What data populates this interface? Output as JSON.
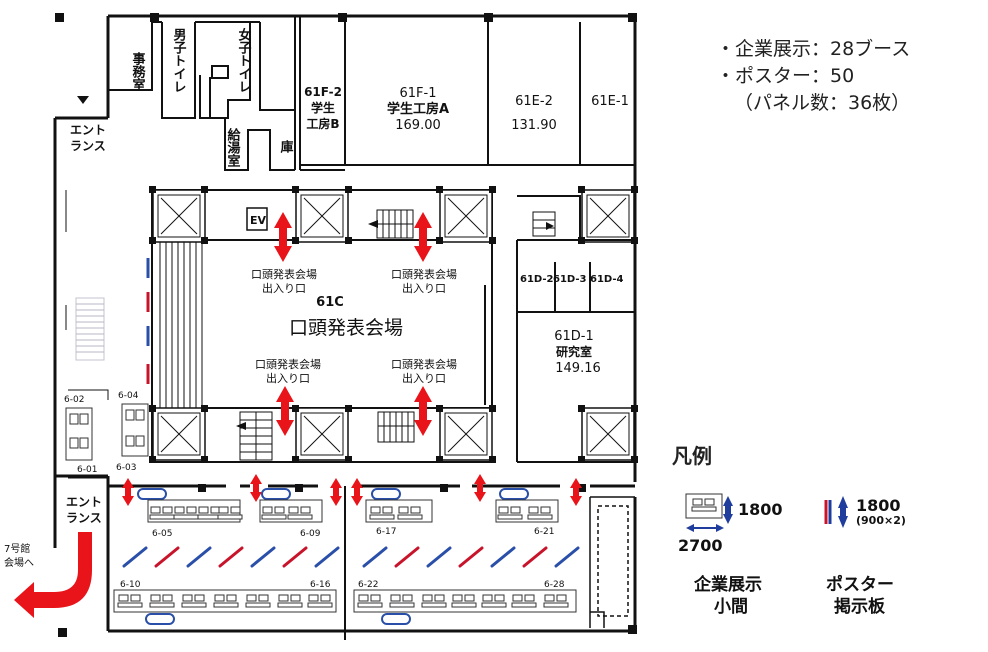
{
  "summary": {
    "line1": "・企業展示：28ブース",
    "line2": "・ポスター：50",
    "line3": "（パネル数：36枚）"
  },
  "rooms": {
    "office": "事務室",
    "mens_toilet": "男子トイレ",
    "womens_toilet": "女子トイレ",
    "kitchen": "給湯室",
    "storage": "庫",
    "r61f2": {
      "id": "61F-2",
      "line2": "学生",
      "line3": "工房B"
    },
    "r61f1": {
      "id": "61F-1",
      "line2": "学生工房A",
      "area": "169.00"
    },
    "r61e2": {
      "id": "61E-2",
      "area": "131.90"
    },
    "r61e1": {
      "id": "61E-1"
    },
    "ev": "EV",
    "r61c": {
      "id": "61C",
      "name": "口頭発表会場"
    },
    "r61d2": "61D-2",
    "r61d3": "61D-3",
    "r61d4": "61D-4",
    "r61d1": {
      "id": "61D-1",
      "name": "研究室",
      "area": "149.16"
    }
  },
  "entrances": {
    "entrance1": [
      "エント",
      "ランス"
    ],
    "entrance2": [
      "エント",
      "ランス"
    ],
    "to_building7": [
      "7号館",
      "会場へ"
    ],
    "hall_entry_label": [
      "口頭発表会場",
      "出入り口"
    ]
  },
  "booths": {
    "b6_01": "6-01",
    "b6_02": "6-02",
    "b6_03": "6-03",
    "b6_04": "6-04",
    "b6_05": "6-05",
    "b6_09": "6-09",
    "b6_10": "6-10",
    "b6_16": "6-16",
    "b6_17": "6-17",
    "b6_21": "6-21",
    "b6_22": "6-22",
    "b6_28": "6-28"
  },
  "legend": {
    "title": "凡例",
    "booth_depth": "1800",
    "booth_width": "2700",
    "booth_label": [
      "企業展示",
      "小間"
    ],
    "poster_height": "1800",
    "poster_size": "(900×2)",
    "poster_label": [
      "ポスター",
      "掲示板"
    ]
  },
  "colors": {
    "wall": "#111111",
    "arrow_red": "#e8141a",
    "poster_blue": "#2a4fa8",
    "poster_red": "#c8142a",
    "legend_blue": "#1f3d9c"
  }
}
